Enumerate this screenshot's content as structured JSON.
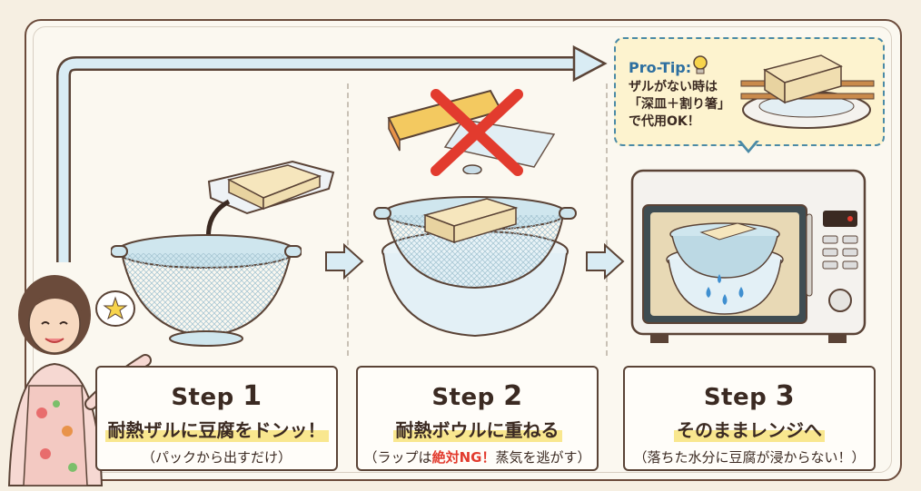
{
  "tip": {
    "title": "Pro-Tip:",
    "line1": "ザルがない時は",
    "line2": "「深皿＋割り箸」",
    "line3": "で代用OK！"
  },
  "steps": [
    {
      "label": "Step",
      "number": "1",
      "main": "耐熱ザルに豆腐をドンッ！",
      "sub": "（パックから出すだけ）"
    },
    {
      "label": "Step",
      "number": "2",
      "main": "耐熱ボウルに重ねる",
      "sub_before": "（ラップは",
      "sub_ng": "絶対NG！",
      "sub_after": "蒸気を逃がす）"
    },
    {
      "label": "Step",
      "number": "3",
      "main": "そのままレンジへ",
      "sub": "（落ちた水分に豆腐が浸からない！）"
    }
  ],
  "colors": {
    "accent": "#2d6fa0",
    "ng_red": "#e23b2e",
    "highlight": "#f9e78f",
    "card_border": "#5a4336"
  }
}
